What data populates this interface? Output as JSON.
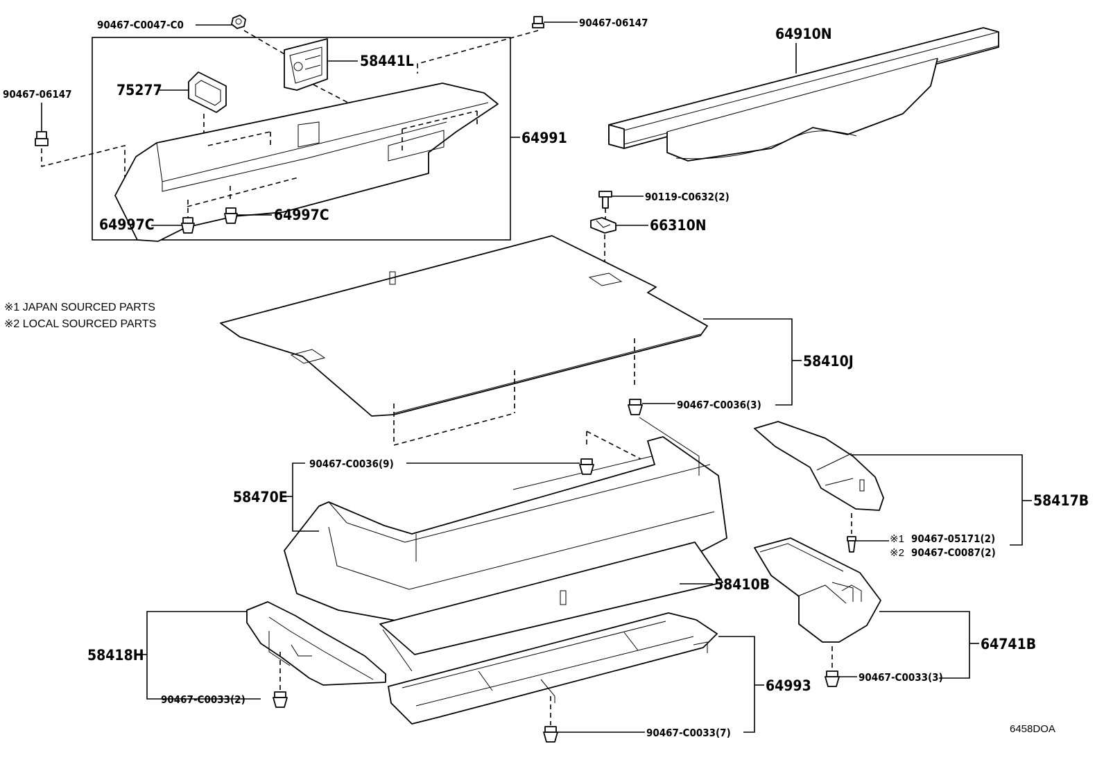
{
  "notes": {
    "note1": "※1 JAPAN SOURCED PARTS",
    "note2": "※2 LOCAL SOURCED PARTS"
  },
  "diagram_ref": "6458DOA",
  "labels": {
    "p_90467_C0047_C0": "90467-C0047-C0",
    "p_90467_06147_top": "90467-06147",
    "p_90467_06147_left": "90467-06147",
    "p_58441L": "58441L",
    "p_75277": "75277",
    "p_64991": "64991",
    "p_64997C_a": "64997C",
    "p_64997C_b": "64997C",
    "p_64910N": "64910N",
    "p_90119_C0632": "90119-C0632(2)",
    "p_66310N": "66310N",
    "p_58410J": "58410J",
    "p_90467_C0036_3": "90467-C0036(3)",
    "p_90467_C0036_9": "90467-C0036(9)",
    "p_58470E": "58470E",
    "p_58417B": "58417B",
    "p_90467_05171": "90467-05171(2)",
    "p_90467_05171_mark": "※1",
    "p_90467_C0087": "90467-C0087(2)",
    "p_90467_C0087_mark": "※2",
    "p_58410B": "58410B",
    "p_58418H": "58418H",
    "p_90467_C0033_2": "90467-C0033(2)",
    "p_64741B": "64741B",
    "p_90467_C0033_3": "90467-C0033(3)",
    "p_64993": "64993",
    "p_90467_C0033_7": "90467-C0033(7)"
  }
}
